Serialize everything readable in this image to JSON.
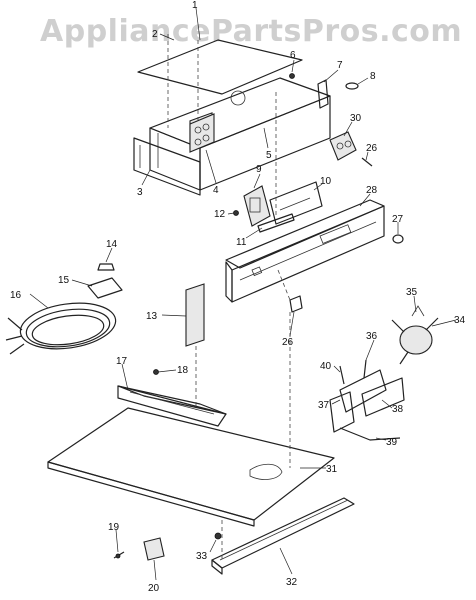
{
  "watermark": "AppliancePartsPros.com",
  "callouts": [
    {
      "id": "1",
      "label": "1"
    },
    {
      "id": "2",
      "label": "2"
    },
    {
      "id": "3",
      "label": "3"
    },
    {
      "id": "4",
      "label": "4"
    },
    {
      "id": "5",
      "label": "5"
    },
    {
      "id": "6",
      "label": "6"
    },
    {
      "id": "7",
      "label": "7"
    },
    {
      "id": "8",
      "label": "8"
    },
    {
      "id": "9",
      "label": "9"
    },
    {
      "id": "10",
      "label": "10"
    },
    {
      "id": "11",
      "label": "11"
    },
    {
      "id": "12",
      "label": "12"
    },
    {
      "id": "13",
      "label": "13"
    },
    {
      "id": "14",
      "label": "14"
    },
    {
      "id": "15",
      "label": "15"
    },
    {
      "id": "16",
      "label": "16"
    },
    {
      "id": "17",
      "label": "17"
    },
    {
      "id": "18",
      "label": "18"
    },
    {
      "id": "19",
      "label": "19"
    },
    {
      "id": "20",
      "label": "20"
    },
    {
      "id": "26",
      "label": "26"
    },
    {
      "id": "26b",
      "label": "26"
    },
    {
      "id": "27",
      "label": "27"
    },
    {
      "id": "28",
      "label": "28"
    },
    {
      "id": "30",
      "label": "30"
    },
    {
      "id": "31",
      "label": "31"
    },
    {
      "id": "32",
      "label": "32"
    },
    {
      "id": "33",
      "label": "33"
    },
    {
      "id": "34",
      "label": "34"
    },
    {
      "id": "35",
      "label": "35"
    },
    {
      "id": "36",
      "label": "36"
    },
    {
      "id": "37",
      "label": "37"
    },
    {
      "id": "38",
      "label": "38"
    },
    {
      "id": "39",
      "label": "39"
    },
    {
      "id": "40",
      "label": "40"
    }
  ]
}
